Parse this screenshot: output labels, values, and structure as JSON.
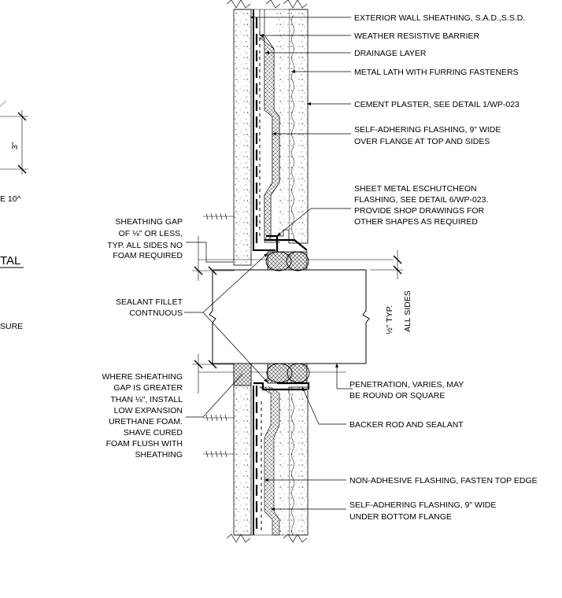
{
  "labels_right": {
    "exterior_sheathing": "EXTERIOR WALL SHEATHING, S.A.D.,S.S.D.",
    "weather_barrier": "WEATHER RESISTIVE BARRIER",
    "drainage_layer": "DRAINAGE LAYER",
    "metal_lath": "METAL LATH WITH FURRING FASTENERS",
    "cement_plaster": "CEMENT PLASTER, SEE DETAIL 1/WP-023",
    "flashing_top_1": "SELF-ADHERING FLASHING, 9\" WIDE",
    "flashing_top_2": "OVER FLANGE AT TOP AND SIDES",
    "escutcheon_1": "SHEET METAL ESCHUTCHEON",
    "escutcheon_2": "FLASHING, SEE DETAIL 6/WP-023.",
    "escutcheon_3": "PROVIDE SHOP DRAWINGS FOR",
    "escutcheon_4": "OTHER SHAPES AS REQUIRED",
    "penetration_1": "PENETRATION, VARIES, MAY",
    "penetration_2": "BE ROUND OR SQUARE",
    "backer_rod": "BACKER ROD AND SEALANT",
    "non_adhesive": "NON-ADHESIVE FLASHING, FASTEN TOP EDGE",
    "flashing_bottom_1": "SELF-ADHERING FLASHING, 9\" WIDE",
    "flashing_bottom_2": "UNDER BOTTOM FLANGE"
  },
  "labels_left": {
    "gap_1": "SHEATHING GAP",
    "gap_2": "OF ⅛\" OR LESS,",
    "gap_3": "TYP. ALL SIDES NO",
    "gap_4": "FOAM REQUIRED",
    "sealant_1": "SEALANT FILLET",
    "sealant_2": "CONTNUOUS",
    "where_1": "WHERE SHEATHING",
    "where_2": "GAP IS GREATER",
    "where_3": "THAN ⅛\", INSTALL",
    "where_4": "LOW EXPANSION",
    "where_5": "URETHANE FOAM.",
    "where_6": "SHAVE CURED",
    "where_7": "FOAM FLUSH WITH",
    "where_8": "SHEATHING"
  },
  "dimensions": {
    "half_inch": "½\" TYP.",
    "all_sides": "ALL SIDES",
    "three_inch": "3\""
  },
  "partial_left": {
    "e_ten": "E 10^",
    "tal": "TAL",
    "sure": "SURE"
  }
}
